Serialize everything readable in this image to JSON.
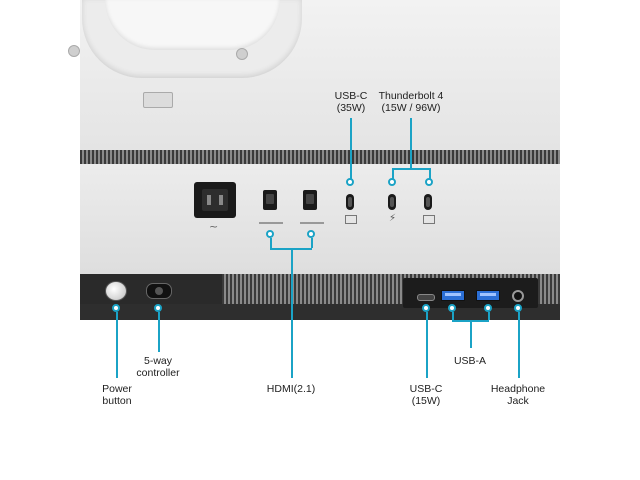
{
  "accent_color": "#1ba3c6",
  "labels": {
    "usb_c_top": [
      "USB-C",
      "(35W)"
    ],
    "thunderbolt": [
      "Thunderbolt 4",
      "(15W / 96W)"
    ],
    "power_button": [
      "Power",
      "button"
    ],
    "five_way": [
      "5-way",
      "controller"
    ],
    "hdmi": [
      "HDMI(2.1)"
    ],
    "usb_c_bottom": [
      "USB-C",
      "(15W)"
    ],
    "usb_a": [
      "USB-A"
    ],
    "headphone": [
      "Headphone",
      "Jack"
    ]
  },
  "icons": [
    "power-socket-icon",
    "hdmi-port-icon",
    "usb-c-port-icon",
    "usb-a-port-icon",
    "headphone-jack-icon"
  ]
}
